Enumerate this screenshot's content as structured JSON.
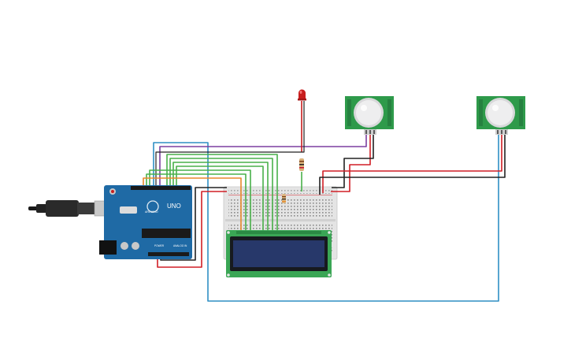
{
  "circuit": {
    "arduino": {
      "model_label": "UNO",
      "brand_label": "ARDUINO",
      "power_label": "POWER",
      "analog_label": "ANALOG IN"
    },
    "colors": {
      "arduino_board": "#1f6aa5",
      "breadboard": "#e4e4e4",
      "lcd_pcb": "#3aa655",
      "lcd_screen": "#27386a",
      "pir_pcb": "#2e9a4a",
      "pir_dome": "#e9e9ea",
      "led": "#c81e1e",
      "wire_blue": "#2f8fc4",
      "wire_purple": "#7b3fa0",
      "wire_green": "#49b04a",
      "wire_orange": "#e8892a",
      "wire_red": "#d11f26",
      "wire_black": "#222222"
    },
    "components": [
      {
        "name": "arduino-uno",
        "icon": "microcontroller-board"
      },
      {
        "name": "usb-cable",
        "icon": "usb-plug"
      },
      {
        "name": "breadboard",
        "icon": "breadboard"
      },
      {
        "name": "lcd-16x2",
        "icon": "lcd-display"
      },
      {
        "name": "pir-sensor-1",
        "icon": "pir-motion-sensor"
      },
      {
        "name": "pir-sensor-2",
        "icon": "pir-motion-sensor"
      },
      {
        "name": "red-led",
        "icon": "led"
      },
      {
        "name": "resistor-led",
        "icon": "resistor"
      },
      {
        "name": "resistor-lcd",
        "icon": "resistor"
      }
    ]
  }
}
